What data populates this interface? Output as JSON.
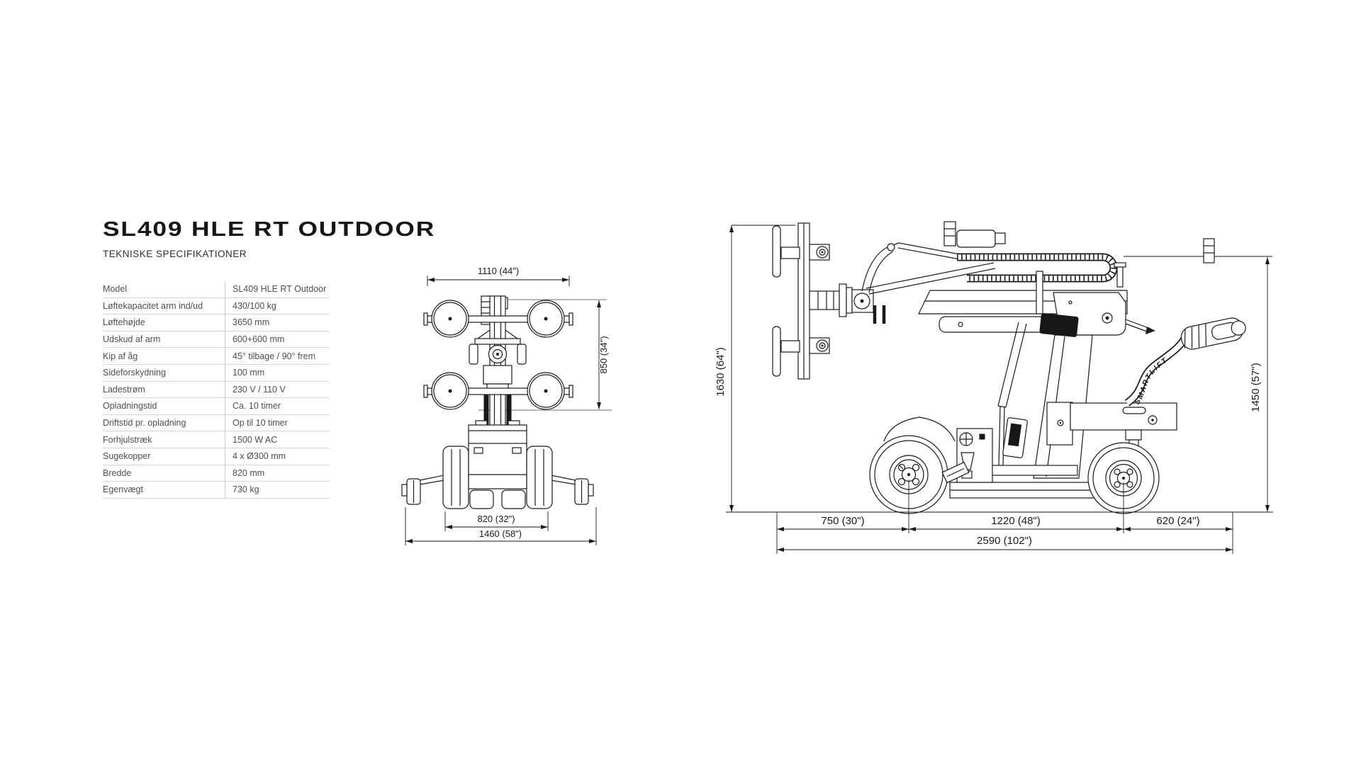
{
  "header": {
    "title": "SL409 HLE RT OUTDOOR",
    "subtitle": "TEKNISKE SPECIFIKATIONER"
  },
  "spec_table": {
    "rows": [
      {
        "label": "Model",
        "value": "SL409 HLE RT Outdoor"
      },
      {
        "label": "Løftekapacitet arm ind/ud",
        "value": "430/100 kg"
      },
      {
        "label": "Løftehøjde",
        "value": "3650 mm"
      },
      {
        "label": "Udskud af arm",
        "value": "600+600 mm"
      },
      {
        "label": "Kip af åg",
        "value": "45° tilbage / 90° frem"
      },
      {
        "label": "Sideforskydning",
        "value": "100 mm"
      },
      {
        "label": "Ladestrøm",
        "value": "230 V / 110 V"
      },
      {
        "label": "Opladningstid",
        "value": "Ca. 10 timer"
      },
      {
        "label": "Driftstid pr. opladning",
        "value": "Op til 10 timer"
      },
      {
        "label": "Forhjulstræk",
        "value": "1500 W AC"
      },
      {
        "label": "Sugekopper",
        "value": "4 x Ø300 mm"
      },
      {
        "label": "Bredde",
        "value": "820 mm"
      },
      {
        "label": "Egenvægt",
        "value": "730 kg"
      }
    ]
  },
  "front_view": {
    "dim_width_top": "1110 (44\")",
    "dim_height": "850 (34\")",
    "dim_track": "820 (32\")",
    "dim_width_total": "1460 (58\")"
  },
  "side_view": {
    "dim_height_mast": "1630 (64\")",
    "dim_height_handle": "1450 (57\")",
    "dim_front": "750 (30\")",
    "dim_wheelbase": "1220 (48\")",
    "dim_rear": "620 (24\")",
    "dim_length_total": "2590 (102\")",
    "handle_brand": "SMARTLIFT"
  },
  "colors": {
    "ink": "#1a1a1a",
    "table_text": "#4d4f53",
    "row_line": "#d4d4d4",
    "ref_line": "#8c8c8c"
  }
}
